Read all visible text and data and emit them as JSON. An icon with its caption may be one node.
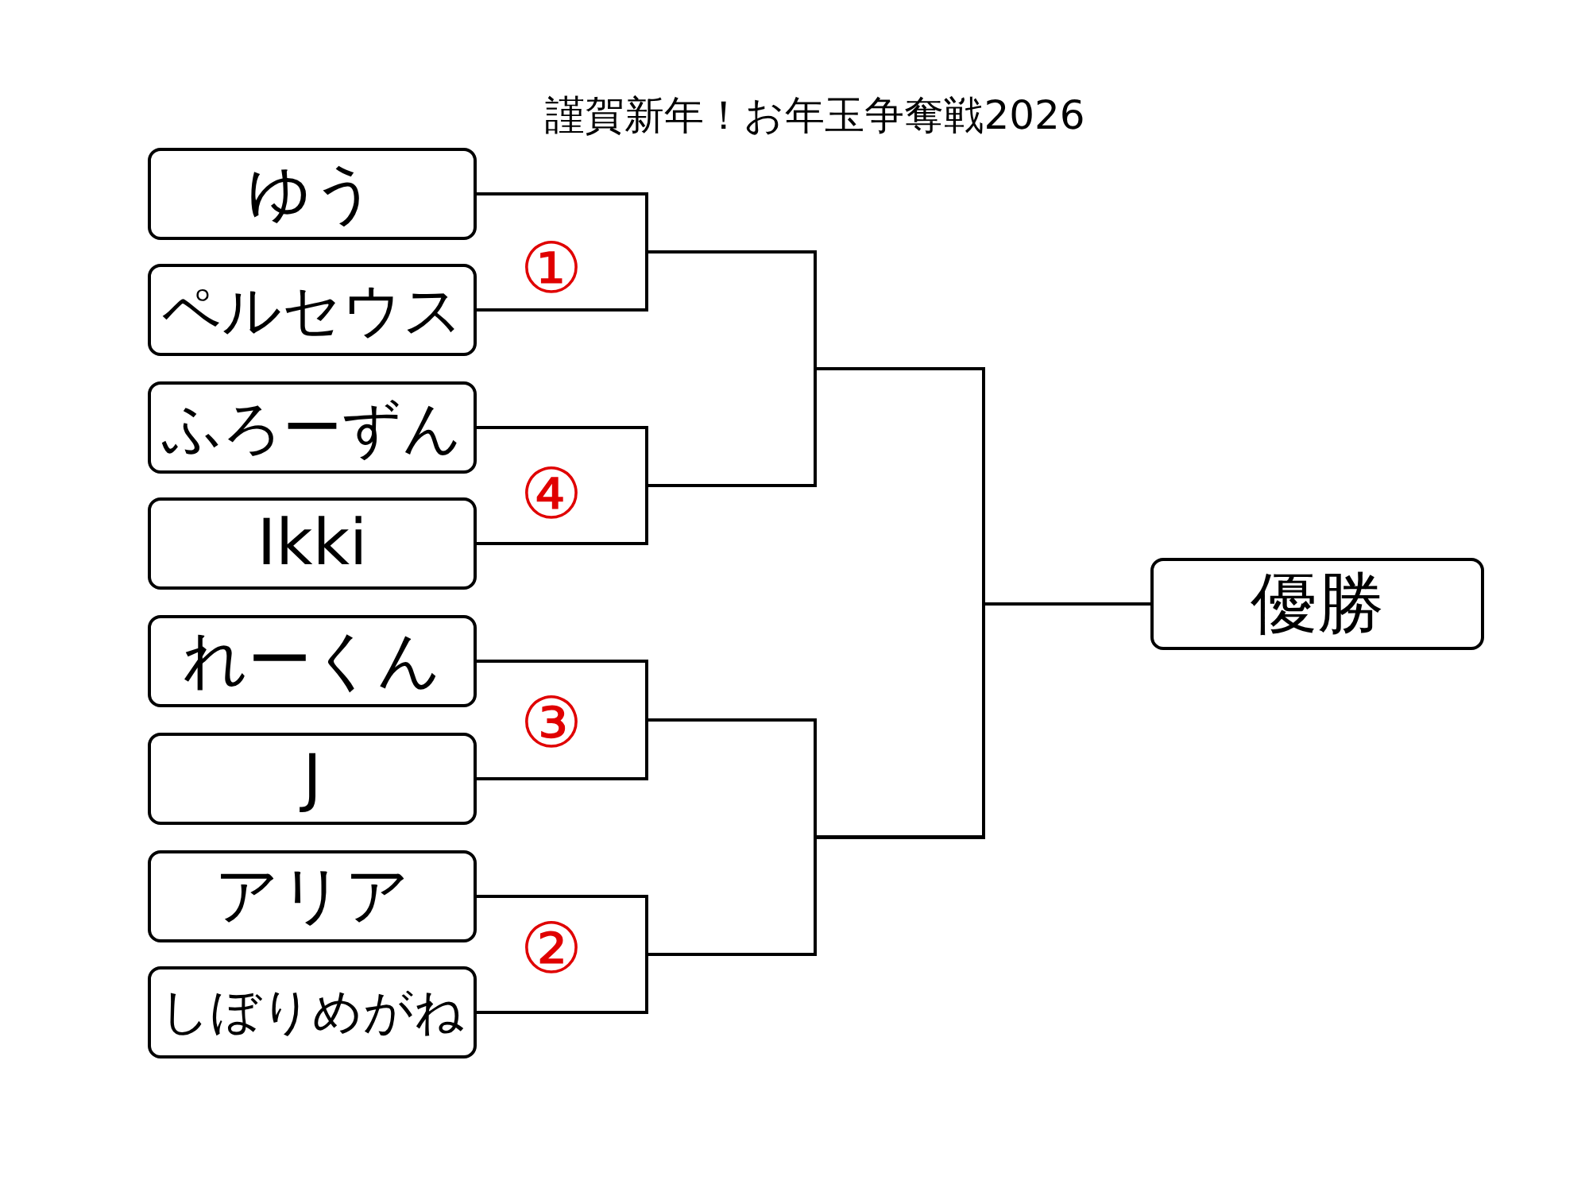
{
  "diagram": {
    "title": "謹賀新年！お年玉争奪戦2026",
    "nodes": [
      {
        "text": [
          "ゆう"
        ]
      },
      {
        "text": [
          "ペルセウス"
        ]
      },
      {
        "text": [
          "ふろーずん"
        ]
      },
      {
        "text": [
          "Ikki"
        ]
      },
      {
        "text": [
          "れーくん"
        ]
      },
      {
        "text": [
          "J"
        ]
      },
      {
        "text": [
          "アリア"
        ]
      },
      {
        "text": [
          "しぼりめがね"
        ]
      },
      {
        "text": [
          "優勝"
        ]
      }
    ],
    "edges": [
      {
        "from": 0,
        "to": 8,
        "arrow": "none"
      },
      {
        "from": 1,
        "to": 8,
        "arrow": "none"
      },
      {
        "from": 2,
        "to": 8,
        "arrow": "none"
      },
      {
        "from": 3,
        "to": 8,
        "arrow": "none"
      },
      {
        "from": 4,
        "to": 8,
        "arrow": "none"
      },
      {
        "from": 5,
        "to": 8,
        "arrow": "none"
      },
      {
        "from": 6,
        "to": 8,
        "arrow": "none"
      },
      {
        "from": 7,
        "to": 8,
        "arrow": "none"
      }
    ],
    "labels": [
      "①",
      "④",
      "③",
      "②"
    ]
  }
}
